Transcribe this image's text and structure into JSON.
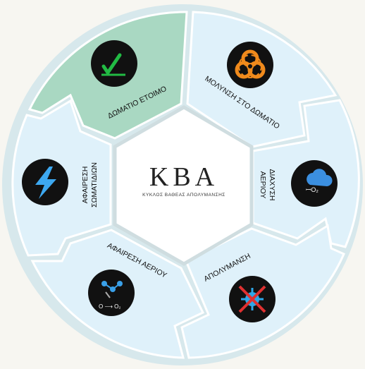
{
  "center": {
    "title": "KBA",
    "subtitle": "ΚΥΚΛΟΣ ΒΑΘΕΑΣ ΑΠΟΛΥΜΑΝΣΗΣ"
  },
  "colors": {
    "background": "#f7f6f1",
    "segment_fill": "#dff1fa",
    "segment_active_fill": "#a9d8c2",
    "segment_border": "#c5d9df",
    "icon_background": "#111111",
    "check_green": "#22bb44",
    "hazard_orange": "#f08a1c",
    "lightning_blue": "#3da8f0",
    "cloud_blue": "#3b8fe0",
    "virus_blue": "#2ea7e8",
    "cross_red": "#e03030"
  },
  "segments": [
    {
      "id": "room-ready",
      "label": "ΔΩΜΑΤΙΟ ΕΤΟΙΜΟ",
      "icon": "checkmark-icon",
      "active": true
    },
    {
      "id": "room-contamination",
      "label": "ΜΟΛΥΝΣΗ ΣΤΟ ΔΩΜΑΤΙΟ",
      "icon": "biohazard-icon",
      "active": false
    },
    {
      "id": "gas-diffusion",
      "label_lines": [
        "ΔΙΑΧΥΣΗ",
        "ΑΕΡΙΟΥ"
      ],
      "icon": "gas-cloud-icon",
      "active": false
    },
    {
      "id": "disinfection",
      "label": "ΑΠΟΛΥΜΑΝΣΗ",
      "icon": "crossed-virus-icon",
      "active": false
    },
    {
      "id": "gas-removal",
      "label": "ΑΦΑΙΡΕΣΗ ΑΕΡΙΟΥ",
      "icon": "molecule-icon",
      "active": false
    },
    {
      "id": "particle-removal",
      "label_lines": [
        "ΑΦΑΙΡΕΣΗ",
        "ΣΩΜΑΤΙΔΙΩΝ"
      ],
      "icon": "lightning-icon",
      "active": false
    }
  ]
}
